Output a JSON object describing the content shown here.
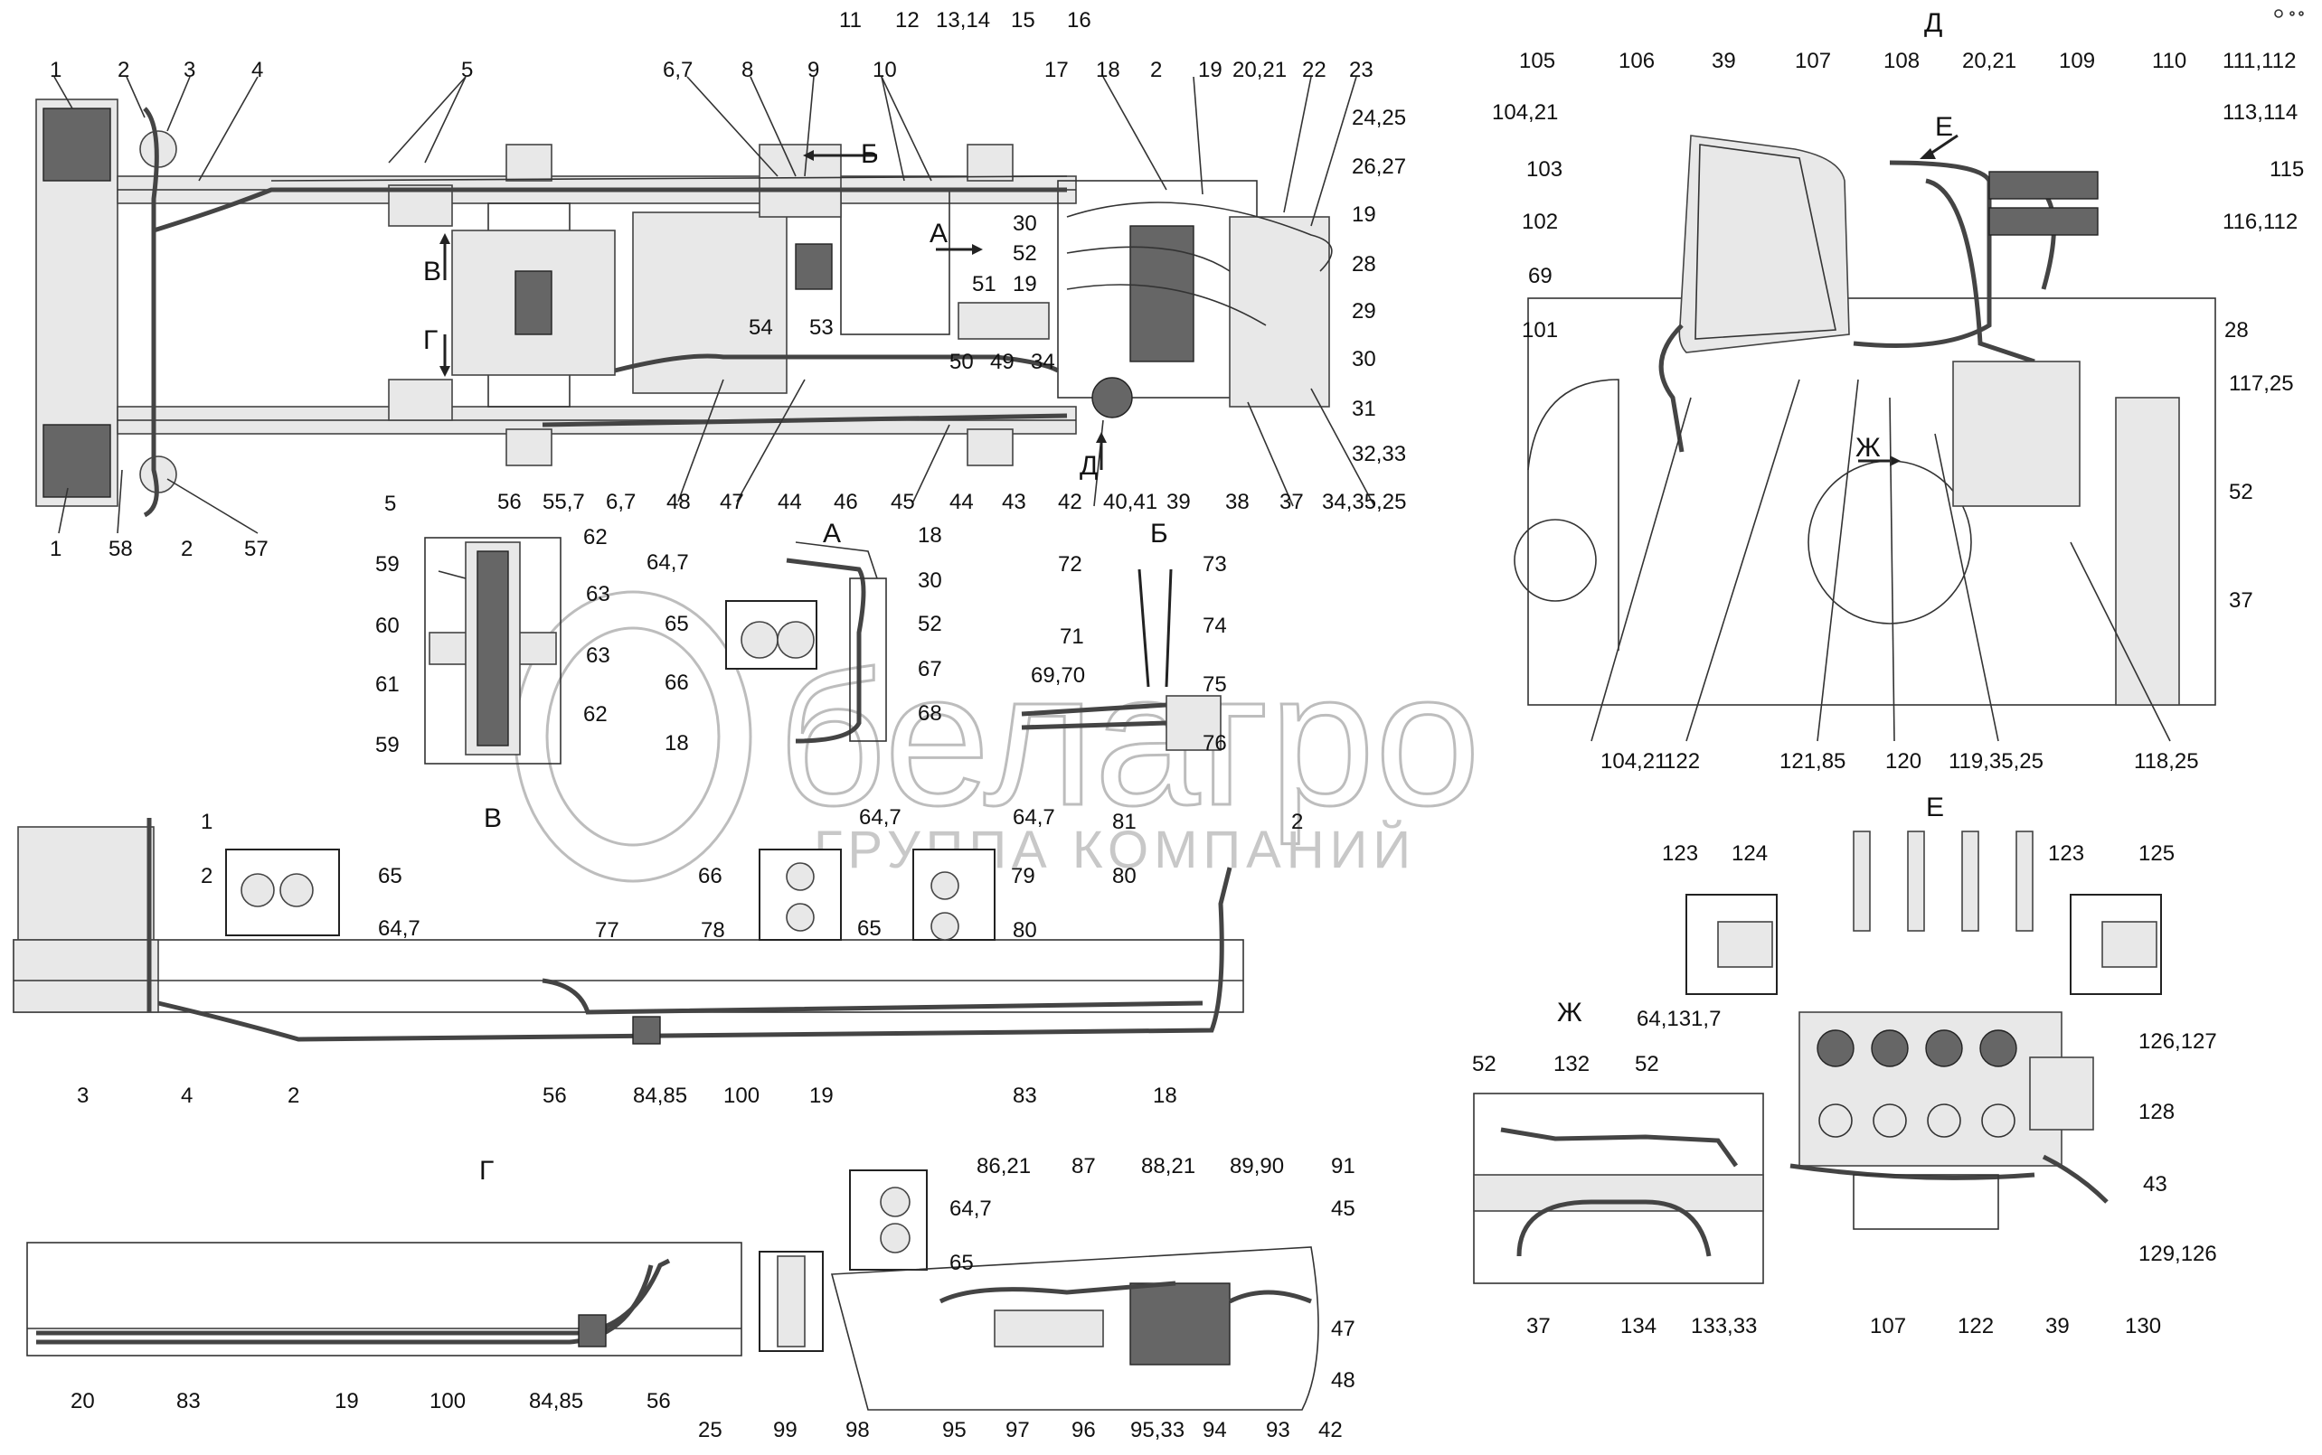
{
  "watermark": {
    "brand": "белагро",
    "subtitle": "ГРУППА КОМПАНИЙ"
  },
  "sections": [
    "А",
    "Б",
    "В",
    "Г",
    "Д",
    "Е",
    "Ж"
  ],
  "labels": {
    "top_view": [
      "1",
      "2",
      "3",
      "4",
      "5",
      "6,7",
      "8",
      "9",
      "10",
      "11",
      "12",
      "13,14",
      "15",
      "16",
      "17",
      "18",
      "2",
      "19",
      "20,21",
      "22",
      "23",
      "24,25",
      "26,27",
      "19",
      "28",
      "29",
      "30",
      "31",
      "32,33",
      "30",
      "52",
      "19",
      "51",
      "50",
      "49",
      "34",
      "53",
      "54",
      "1",
      "58",
      "2",
      "57",
      "5",
      "56",
      "55,7",
      "6,7",
      "48",
      "47",
      "44",
      "46",
      "45",
      "44",
      "43",
      "42",
      "40,41",
      "39",
      "38",
      "37",
      "34,35,25"
    ],
    "detail_a": [
      "18",
      "64,7",
      "65",
      "66",
      "30",
      "52",
      "67",
      "68",
      "18"
    ],
    "detail_b": [
      "72",
      "73",
      "71",
      "74",
      "69,70",
      "75",
      "76"
    ],
    "detail_59": [
      "59",
      "62",
      "60",
      "63",
      "63",
      "61",
      "62",
      "59"
    ],
    "view_v": [
      "1",
      "2",
      "3",
      "4",
      "2",
      "65",
      "64,7",
      "66",
      "64,7",
      "65",
      "64,7",
      "79",
      "81",
      "80",
      "80",
      "2",
      "77",
      "78",
      "56",
      "84,85",
      "100",
      "19",
      "83",
      "18"
    ],
    "view_g": [
      "20",
      "83",
      "19",
      "100",
      "84,85",
      "56",
      "25",
      "99",
      "98",
      "64,7",
      "65",
      "86,21",
      "87",
      "88,21",
      "89,90",
      "91",
      "45",
      "47",
      "48",
      "42",
      "93",
      "94",
      "95,33",
      "96",
      "97",
      "95"
    ],
    "view_d": [
      "105",
      "106",
      "39",
      "107",
      "108",
      "20,21",
      "109",
      "110",
      "111,112",
      "113,114",
      "115",
      "116,112",
      "104,21",
      "103",
      "102",
      "69",
      "101",
      "28",
      "117,25",
      "52",
      "37",
      "104,21",
      "122",
      "121,85",
      "120",
      "119,35,25",
      "118,25"
    ],
    "view_e": [
      "123",
      "124",
      "123",
      "125",
      "64,131,7",
      "126,127",
      "128",
      "43",
      "129,126",
      "130",
      "107",
      "122",
      "39"
    ],
    "view_zh": [
      "52",
      "132",
      "52",
      "37",
      "134",
      "133,33"
    ]
  }
}
